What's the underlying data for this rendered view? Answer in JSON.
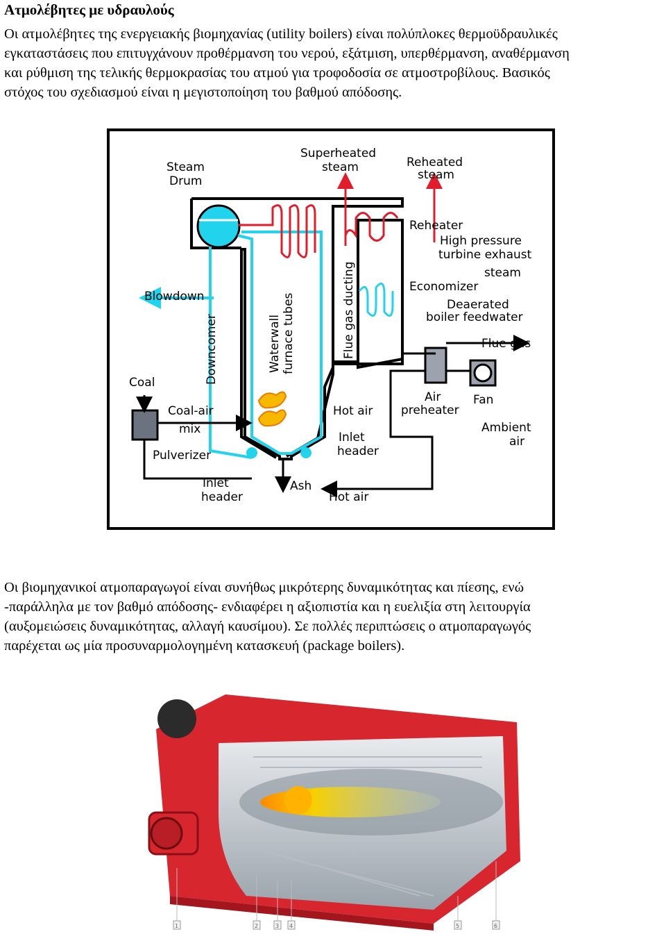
{
  "heading": "Ατμολέβητες με υδραυλούς",
  "paragraph1": [
    "Οι ατμολέβητες της ενεργειακής βιομηχανίας (utility boilers) είναι πολύπλοκες θερμοϋδραυλικές",
    "εγκαταστάσεις που επιτυγχάνουν προθέρμανση του νερού, εξάτμιση, υπερθέρμανση, αναθέρμανση",
    "και ρύθμιση της τελικής θερμοκρασίας του ατμού για τροφοδοσία σε ατμοστροβίλους. Βασικός",
    "στόχος του σχεδιασμού είναι η μεγιστοποίηση του βαθμού απόδοσης."
  ],
  "diagram": {
    "labels": {
      "steam_drum_1": "Steam",
      "steam_drum_2": "Drum",
      "superheated_1": "Superheated",
      "superheated_2": "steam",
      "reheated_1": "Reheated",
      "reheated_2": "steam",
      "reheater": "Reheater",
      "hp_1": "High pressure",
      "hp_2": "turbine exhaust",
      "hp_3": "steam",
      "economizer": "Economizer",
      "deaerated_1": "Deaerated",
      "deaerated_2": "boiler feedwater",
      "blowdown": "Blowdown",
      "downcomer": "Downcomer",
      "waterwall_1": "Waterwall",
      "waterwall_2": "furnace tubes",
      "flue_gas_ducting": "Flue gas ducting",
      "flue_gas": "Flue gas",
      "coal": "Coal",
      "coal_air_1": "Coal-air",
      "coal_air_2": "mix",
      "pulverizer": "Pulverizer",
      "hot_air_top": "Hot air",
      "air_pre_1": "Air",
      "air_pre_2": "preheater",
      "fan": "Fan",
      "ambient_1": "Ambient",
      "ambient_2": "air",
      "inlet_header_r1": "Inlet",
      "inlet_header_r2": "header",
      "inlet_header_l1": "Inlet",
      "inlet_header_l2": "header",
      "ash": "Ash",
      "hot_air_bottom": "Hot air"
    }
  },
  "paragraph2": [
    "Οι βιομηχανικοί ατμοπαραγωγοί είναι συνήθως μικρότερης δυναμικότητας και πίεσης, ενώ",
    "-παράλληλα με τον βαθμό απόδοσης- ενδιαφέρει η αξιοπιστία και η ευελιξία στη λειτουργία",
    "(αυξομειώσεις δυναμικότητας, αλλαγή καυσίμου). Σε πολλές περιπτώσεις ο ατμοπαραγωγός",
    "παρέχεται ως μία προσυναρμολογημένη κατασκευή (package boilers)."
  ],
  "photo": {
    "callouts": [
      "1",
      "2",
      "3",
      "4",
      "5",
      "6"
    ]
  },
  "colors": {
    "water": "#22d3ee",
    "steam": "#e11d2b",
    "boiler_red": "#d7262e",
    "flame": "#f7b900"
  }
}
